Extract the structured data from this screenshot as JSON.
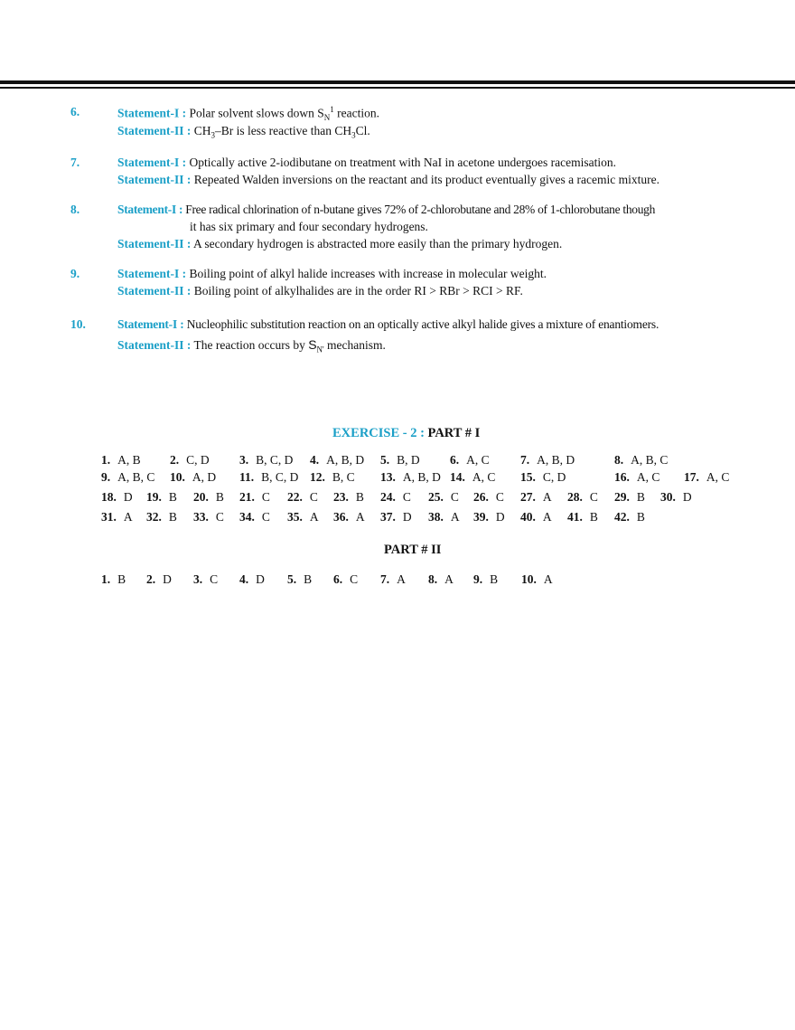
{
  "accent": "#1a9fc7",
  "questions": [
    {
      "num": "6.",
      "s1_label": "Statement-I :",
      "s1_a": "Polar solvent slows down S",
      "s1_sub": "N",
      "s1_sup": "1",
      "s1_b": " reaction.",
      "s2_label": "Statement-II :",
      "s2_a": "CH",
      "s2_sub1": "3",
      "s2_b": "–Br is less reactive than CH",
      "s2_sub2": "3",
      "s2_c": "Cl."
    },
    {
      "num": "7.",
      "s1_label": "Statement-I :",
      "s1": "Optically active 2-iodibutane on treatment with NaI in acetone undergoes racemisation.",
      "s2_label": "Statement-II :",
      "s2": "Repeated Walden inversions on the reactant and its product eventually gives a racemic mixture."
    },
    {
      "num": "8.",
      "s1_label": "Statement-I :",
      "s1": "Free radical chlorination of n-butane gives 72% of 2-chlorobutane and 28% of 1-chlorobutane though",
      "s1_cont": "it has six primary and four secondary hydrogens.",
      "s2_label": "Statement-II :",
      "s2": "A secondary hydrogen is abstracted more easily than the primary hydrogen."
    },
    {
      "num": "9.",
      "s1_label": "Statement-I :",
      "s1": "Boiling point of alkyl halide increases with increase in molecular weight.",
      "s2_label": "Statement-II :",
      "s2": "Boiling point of alkylhalides are in the order RI > RBr > RCI > RF."
    },
    {
      "num": "10.",
      "s1_label": "Statement-I :",
      "s1": "Nucleophilic substitution reaction on an optically active alkyl halide gives a mixture of enantiomers.",
      "s2_label": "Statement-II :",
      "s2_a": "The reaction occurs by ",
      "s2_sn": "S",
      "s2_sub": "N'",
      "s2_b": " mechanism."
    }
  ],
  "exercise": {
    "title": "EXERCISE - 2 :",
    "part1": "PART # I",
    "part2": "PART # II"
  },
  "part1_rows": [
    [
      [
        "1.",
        "A, B"
      ],
      [
        "2.",
        "C, D"
      ],
      [
        "3.",
        "B, C, D"
      ],
      [
        "4.",
        "A, B, D"
      ],
      [
        "5.",
        "B, D"
      ],
      [
        "6.",
        "A, C"
      ],
      [
        "7.",
        "A, B, D"
      ],
      [
        "8.",
        "A, B, C"
      ]
    ],
    [
      [
        "9.",
        "A, B, C"
      ],
      [
        "10.",
        "A, D"
      ],
      [
        "11.",
        "B, C, D"
      ],
      [
        "12.",
        "B, C"
      ],
      [
        "13.",
        "A, B, D"
      ],
      [
        "14.",
        "A, C"
      ],
      [
        "15.",
        "C, D"
      ],
      [
        "16.",
        "A, C"
      ],
      [
        "17.",
        "A, C"
      ]
    ],
    [
      [
        "18.",
        "D"
      ],
      [
        "19.",
        "B"
      ],
      [
        "20.",
        "B"
      ],
      [
        "21.",
        "C"
      ],
      [
        "22.",
        "C"
      ],
      [
        "23.",
        "B"
      ],
      [
        "24.",
        "C"
      ],
      [
        "25.",
        "C"
      ],
      [
        "26.",
        "C"
      ],
      [
        "27.",
        "A"
      ],
      [
        "28.",
        "C"
      ],
      [
        "29.",
        "B"
      ],
      [
        "30.",
        "D"
      ]
    ],
    [
      [
        "31.",
        "A"
      ],
      [
        "32.",
        "B"
      ],
      [
        "33.",
        "C"
      ],
      [
        "34.",
        "C"
      ],
      [
        "35.",
        "A"
      ],
      [
        "36.",
        "A"
      ],
      [
        "37.",
        "D"
      ],
      [
        "38.",
        "A"
      ],
      [
        "39.",
        "D"
      ],
      [
        "40.",
        "A"
      ],
      [
        "41.",
        "B"
      ],
      [
        "42.",
        "B"
      ]
    ]
  ],
  "part2_row": [
    [
      "1.",
      "B"
    ],
    [
      "2.",
      "D"
    ],
    [
      "3.",
      "C"
    ],
    [
      "4.",
      "D"
    ],
    [
      "5.",
      "B"
    ],
    [
      "6.",
      "C"
    ],
    [
      "7.",
      "A"
    ],
    [
      "8.",
      "A"
    ],
    [
      "9.",
      "B"
    ],
    [
      "10.",
      "A"
    ]
  ]
}
